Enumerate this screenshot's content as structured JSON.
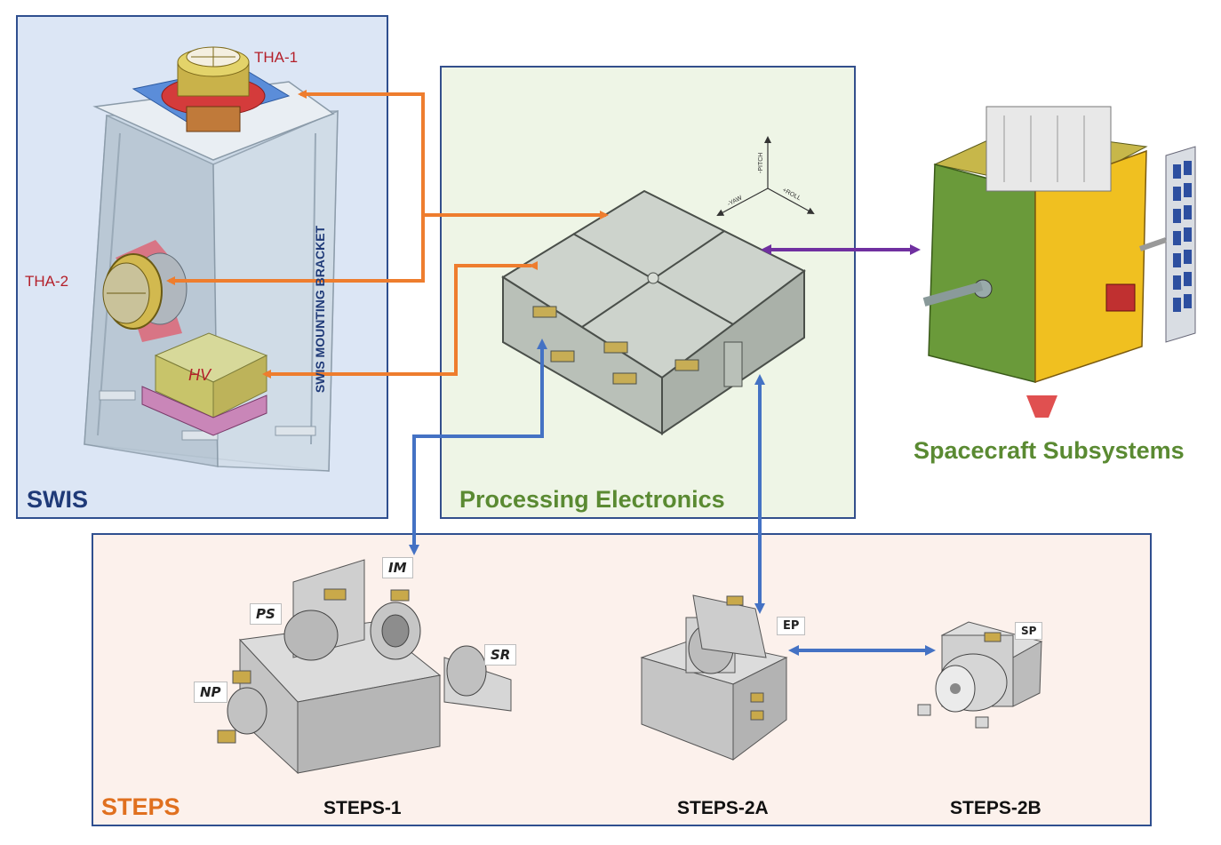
{
  "panels": {
    "swis": "SWIS",
    "processing_electronics": "Processing Electronics",
    "steps": "STEPS"
  },
  "spacecraft_label": "Spacecraft Subsystems",
  "swis_parts": {
    "tha1": "THA-1",
    "tha2": "THA-2",
    "hv": "HV",
    "bracket": "SWIS MOUNTING BRACKET"
  },
  "axes": {
    "pitch": "-PITCH",
    "yaw": "-YAW",
    "roll": "+ROLL"
  },
  "steps_units": {
    "steps1": "STEPS-1",
    "steps2a": "STEPS-2A",
    "steps2b": "STEPS-2B"
  },
  "steps_tags": {
    "im": "IM",
    "ps": "PS",
    "sr": "SR",
    "np": "NP",
    "ep": "EP",
    "sp": "SP"
  },
  "colors": {
    "swis_panel": "#dce6f5",
    "pe_panel": "#eef5e6",
    "steps_panel": "#fcf1ec",
    "orange_arrow": "#ee7d2e",
    "purple_arrow": "#7030a0",
    "blue_arrow": "#4472c4"
  }
}
